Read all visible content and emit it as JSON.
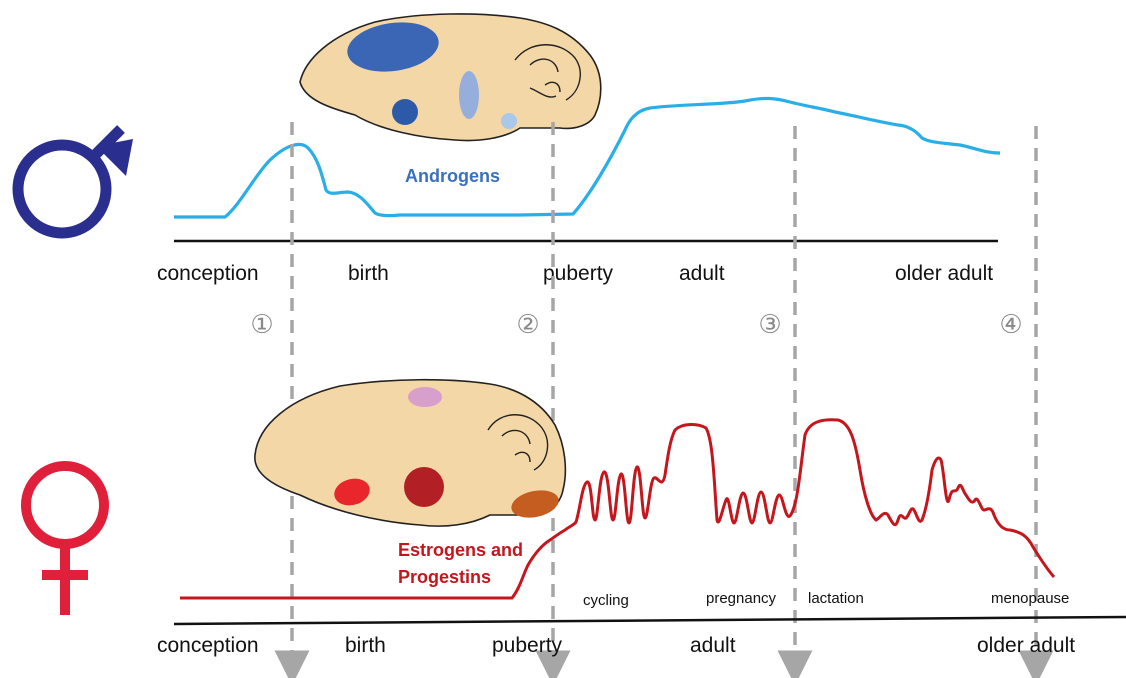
{
  "male": {
    "symbol": "male-symbol",
    "hormone_label": "Androgens",
    "stages": [
      "conception",
      "birth",
      "puberty",
      "adult",
      "older adult"
    ]
  },
  "female": {
    "symbol": "female-symbol",
    "hormone_label_line1": "Estrogens and",
    "hormone_label_line2": "Progestins",
    "stages": [
      "conception",
      "birth",
      "puberty",
      "adult",
      "older adult"
    ],
    "phases": [
      "cycling",
      "pregnancy",
      "lactation",
      "menopause"
    ]
  },
  "transitions": [
    "①",
    "②",
    "③",
    "④"
  ],
  "colors": {
    "male_symbol": "#2a2e8f",
    "androgen_curve": "#29aee8",
    "androgen_label": "#3b6fbf",
    "female_symbol": "#e0203a",
    "female_curve": "#c4161c",
    "female_label": "#c4161c",
    "brain": "#f3d7a6",
    "dashed_lines": "#a6a6a6"
  }
}
